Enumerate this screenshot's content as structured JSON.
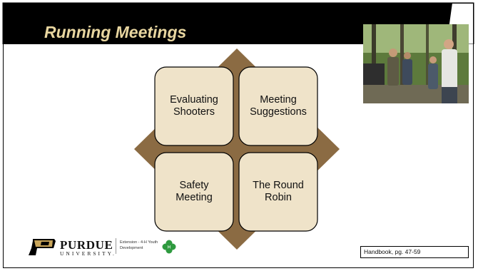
{
  "slide": {
    "title": "Running Meetings",
    "boxes": [
      {
        "label": "Evaluating\nShooters"
      },
      {
        "label": "Meeting\nSuggestions"
      },
      {
        "label": "Safety\nMeeting"
      },
      {
        "label": "The Round\nRobin"
      }
    ],
    "photo_description_icon": "photo-of-people-outdoors",
    "footer": {
      "university_name": "PURDUE",
      "university_sub": "UNIVERSITY.",
      "extension_text": "Extension - 4-H Youth Development",
      "reference": "Handbook, pg. 47-59"
    },
    "colors": {
      "title_bar": "#000000",
      "title_text": "#e8d6a0",
      "diamond": "#8b6b43",
      "box_fill": "#efe3c9",
      "box_border": "#000000",
      "clover": "#2e9a3f"
    }
  }
}
